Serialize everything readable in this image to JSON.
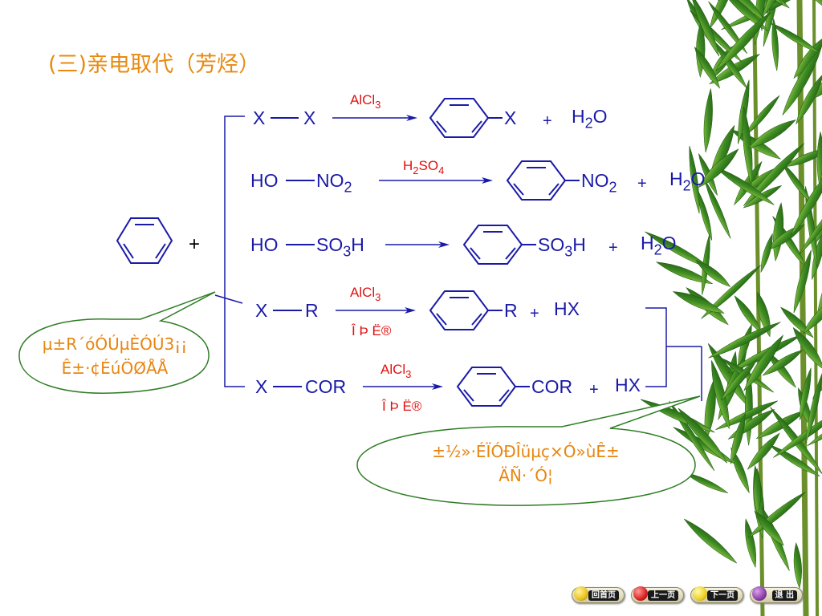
{
  "slide": {
    "title": "(三)亲电取代（芳烃）",
    "plus_main": "+",
    "reactions": [
      {
        "reagent_l": "X",
        "reagent_r": "X",
        "cond_top": "AlCl",
        "cond_top_sub": "3",
        "cond_bot": "",
        "prod_sub": "X",
        "plus": "+",
        "byproduct": "H",
        "byproduct_sub": "2",
        "byproduct_tail": "O"
      },
      {
        "reagent_l": "HO",
        "reagent_r": "NO",
        "reagent_r_sub": "2",
        "cond_top": "H",
        "cond_top_sub": "2",
        "cond_top_tail": "SO",
        "cond_top_sub2": "4",
        "prod_sub": "NO",
        "prod_sub_sub": "2",
        "plus": "+",
        "byproduct": "H",
        "byproduct_sub": "2",
        "byproduct_tail": "O"
      },
      {
        "reagent_l": "HO",
        "reagent_r": "SO",
        "reagent_r_sub": "3",
        "reagent_r_tail": "H",
        "prod_sub": "SO",
        "prod_sub_sub": "3",
        "prod_sub_tail": "H",
        "plus": "+",
        "byproduct": "H",
        "byproduct_sub": "2",
        "byproduct_tail": "O"
      },
      {
        "reagent_l": "X",
        "reagent_r": "R",
        "cond_top": "AlCl",
        "cond_top_sub": "3",
        "cond_bot": "Î Þ Ë®",
        "prod_sub": "R",
        "plus": "+",
        "byproduct": "HX"
      },
      {
        "reagent_l": "X",
        "reagent_r": "COR",
        "cond_top": "AlCl",
        "cond_top_sub": "3",
        "cond_bot": "Î Þ Ë®",
        "prod_sub": "COR",
        "plus": "+",
        "byproduct": "HX"
      }
    ],
    "bubble_left": [
      "µ±R´óÓÚµÈÓÚ3¡¡",
      "Ê±·¢ÉúÖØÅÅ"
    ],
    "bubble_right": [
      "±½»·ÉÏÓÐÎüµç×Ó»ùÊ±",
      "ÄÑ·´Ó¦"
    ]
  },
  "nav": {
    "buttons": [
      {
        "label": "回首页",
        "icon": "home-ball-icon",
        "color": "#e8c21a"
      },
      {
        "label": "上一页",
        "icon": "apple-icon",
        "color": "#d92020"
      },
      {
        "label": "下一页",
        "icon": "lemon-icon",
        "color": "#f0d020"
      },
      {
        "label": "退 出",
        "icon": "grape-icon",
        "color": "#8a3fa6"
      }
    ]
  },
  "colors": {
    "title": "#e88a12",
    "chem": "#1a1aa8",
    "cond": "#e01010",
    "bubble": "#e8850f",
    "leaf": "#2f7a1c"
  }
}
